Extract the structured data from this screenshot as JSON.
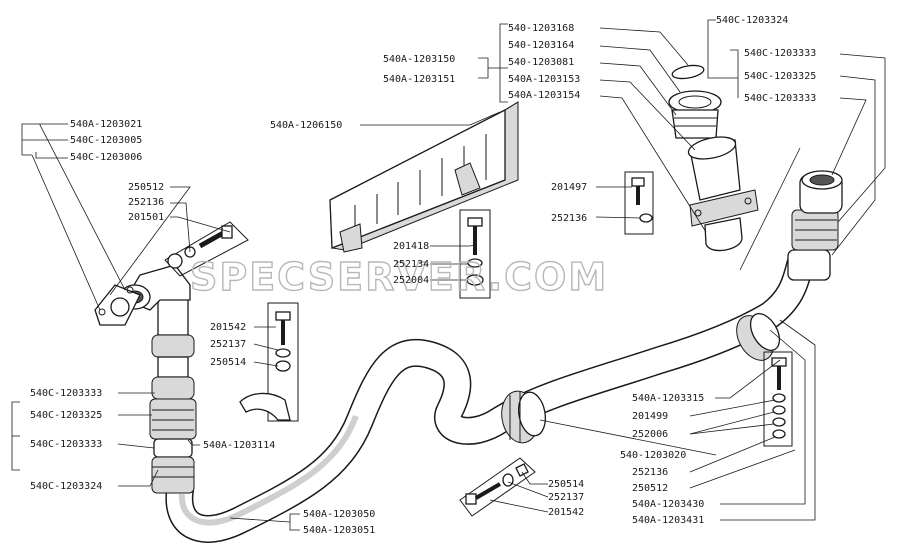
{
  "watermark": "SPECSERVER.COM",
  "labels": {
    "l1": "540-1203168",
    "l2": "540-1203164",
    "l3": "540-1203081",
    "l4": "540А-1203153",
    "l5": "540А-1203154",
    "l6": "540С-1203324",
    "l7": "540С-1203333",
    "l8": "540С-1203325",
    "l9": "540С-1203333",
    "l10": "540А-1203150",
    "l11": "540А-1203151",
    "l12": "540А-1206150",
    "l13": "540А-1203021",
    "l14": "540С-1203005",
    "l15": "540С-1203006",
    "l16": "250512",
    "l17": "252136",
    "l18": "201501",
    "l19": "201497",
    "l20": "252136",
    "l21": "201418",
    "l22": "252134",
    "l23": "252004",
    "l24": "201542",
    "l25": "252137",
    "l26": "250514",
    "l27": "540С-1203333",
    "l28": "540С-1203325",
    "l29": "540С-1203333",
    "l30": "540С-1203324",
    "l31": "540А-1203114",
    "l32": "540А-1203315",
    "l33": "201499",
    "l34": "252006",
    "l35": "540-1203020",
    "l36": "252136",
    "l37": "250512",
    "l38": "540А-1203430",
    "l39": "540А-1203431",
    "l40": "250514",
    "l41": "252137",
    "l42": "201542",
    "l43": "540А-1203050",
    "l44": "540А-1203051"
  }
}
